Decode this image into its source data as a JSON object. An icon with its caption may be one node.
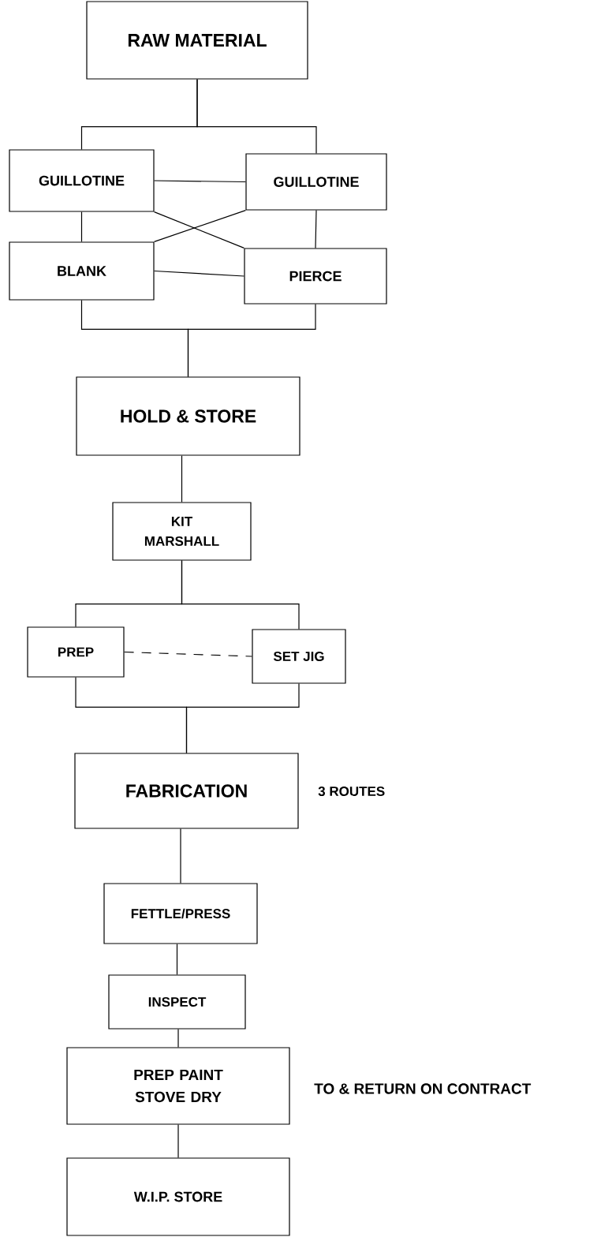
{
  "diagram": {
    "nodes": [
      {
        "text": [
          "RAW MATERIAL"
        ]
      },
      {
        "text": [
          "GUILLOTINE"
        ]
      },
      {
        "text": [
          "GUILLOTINE"
        ]
      },
      {
        "text": [
          "BLANK"
        ]
      },
      {
        "text": [
          "PIERCE"
        ]
      },
      {
        "text": [
          "HOLD & STORE"
        ]
      },
      {
        "text": [
          "KIT MARSHALL"
        ]
      },
      {
        "text": [
          "PREP"
        ]
      },
      {
        "text": [
          "SET JIG"
        ]
      },
      {
        "text": [
          "FABRICATION"
        ],
        "beside": [
          "3 ROUTES"
        ]
      },
      {
        "text": [
          "FETTLE/PRESS"
        ]
      },
      {
        "text": [
          "INSPECT"
        ]
      },
      {
        "text": [
          "PREP PAINT STOVE DRY"
        ],
        "beside": [
          "TO & RETURN ON CONTRACT"
        ]
      },
      {
        "text": [
          "W.I.P. STORE"
        ]
      }
    ],
    "edges": [
      {
        "from": 0,
        "to": 1,
        "arrow": "none"
      },
      {
        "from": 0,
        "to": 2,
        "arrow": "none"
      },
      {
        "from": 1,
        "to": 2,
        "arrow": "none"
      },
      {
        "from": 1,
        "to": 4,
        "arrow": "none"
      },
      {
        "from": 2,
        "to": 3,
        "arrow": "none"
      },
      {
        "from": 1,
        "to": 3,
        "arrow": "none"
      },
      {
        "from": 2,
        "to": 4,
        "arrow": "none"
      },
      {
        "from": 3,
        "to": 4,
        "arrow": "none"
      },
      {
        "from": 3,
        "to": 5,
        "arrow": "none"
      },
      {
        "from": 4,
        "to": 5,
        "arrow": "none"
      },
      {
        "from": 5,
        "to": 6,
        "arrow": "none"
      },
      {
        "from": 6,
        "to": 7,
        "arrow": "none"
      },
      {
        "from": 6,
        "to": 8,
        "arrow": "none"
      },
      {
        "from": 7,
        "to": 8,
        "arrow": "none",
        "style": "dashed"
      },
      {
        "from": 7,
        "to": 9,
        "arrow": "none"
      },
      {
        "from": 8,
        "to": 9,
        "arrow": "none"
      },
      {
        "from": 9,
        "to": 10,
        "arrow": "none"
      },
      {
        "from": 10,
        "to": 11,
        "arrow": "none"
      },
      {
        "from": 11,
        "to": 12,
        "arrow": "none"
      },
      {
        "from": 12,
        "to": 13,
        "arrow": "none"
      }
    ]
  }
}
